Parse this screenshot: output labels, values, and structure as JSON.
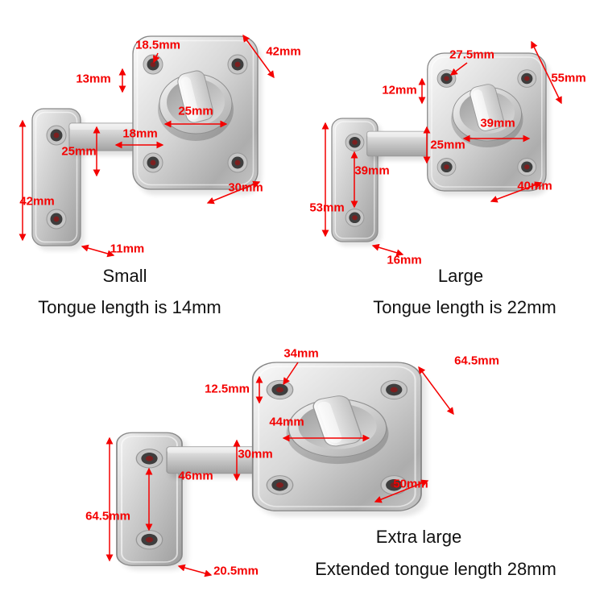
{
  "colors": {
    "dimension": "#f40000",
    "caption": "#111111",
    "background": "#ffffff"
  },
  "groups": [
    {
      "name": "Small",
      "note": "Tongue length is 14mm",
      "dims": {
        "top_hole_spacing": "18.5mm",
        "body_height": "42mm",
        "knob_top_gap": "13mm",
        "knob_diameter": "25mm",
        "tongue_length": "18mm",
        "plate_hole_spacing": "25mm",
        "body_width": "30mm",
        "plate_height": "42mm",
        "plate_width": "11mm"
      }
    },
    {
      "name": "Large",
      "note": "Tongue length is 22mm",
      "dims": {
        "top_hole_spacing": "27.5mm",
        "body_height": "55mm",
        "knob_top_gap": "12mm",
        "knob_diameter": "39mm",
        "tongue_length": "25mm",
        "plate_hole_spacing": "39mm",
        "body_width": "40mm",
        "plate_height": "53mm",
        "plate_width": "16mm"
      }
    },
    {
      "name": "Extra large",
      "note": "Extended tongue length 28mm",
      "dims": {
        "top_hole_spacing": "34mm",
        "body_height": "64.5mm",
        "knob_top_gap": "12.5mm",
        "knob_diameter": "44mm",
        "tongue_length": "30mm",
        "plate_hole_spacing": "46mm",
        "body_width": "50mm",
        "plate_height": "64.5mm",
        "plate_width": "20.5mm"
      }
    }
  ]
}
